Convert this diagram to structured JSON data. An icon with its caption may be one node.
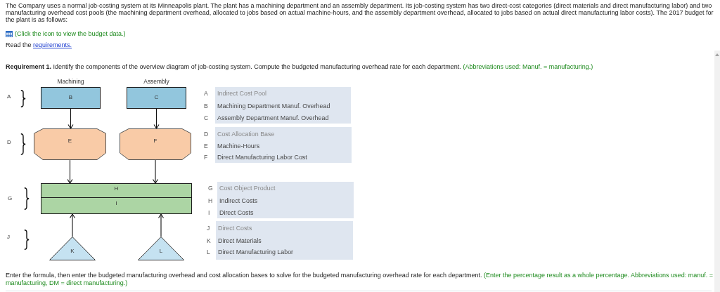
{
  "diagram": {
    "nodes": [
      {
        "text": [
          "B"
        ],
        "beside": [
          "Machining"
        ]
      },
      {
        "text": [
          "C"
        ],
        "beside": [
          "Assembly"
        ]
      },
      {
        "text": [
          "E"
        ]
      },
      {
        "text": [
          "F"
        ]
      },
      {
        "text": [
          "H"
        ]
      },
      {
        "text": [
          "I"
        ]
      },
      {
        "text": [
          "K"
        ]
      },
      {
        "text": [
          "L"
        ]
      },
      {
        "text": [
          "Indirect Cost Pool",
          "Machining Department Manuf. Overhead",
          "Assembly Department Manuf. Overhead"
        ],
        "beside": [
          "A",
          "B",
          "C"
        ]
      },
      {
        "text": [
          "Cost Allocation Base",
          "Machine-Hours",
          "Direct Manufacturing Labor Cost"
        ],
        "beside": [
          "D",
          "E",
          "F"
        ]
      },
      {
        "text": [
          "Cost Object Product",
          "Indirect Costs",
          "Direct Costs"
        ],
        "beside": [
          "G",
          "H",
          "I"
        ]
      },
      {
        "text": [
          "Direct Costs",
          "Direct Materials",
          "Direct Manufacturing Labor"
        ],
        "beside": [
          "J",
          "K",
          "L"
        ]
      }
    ],
    "edges": [
      {
        "from": 0,
        "to": 2,
        "arrow": "to"
      },
      {
        "from": 1,
        "to": 3,
        "arrow": "to"
      },
      {
        "from": 2,
        "to": 4,
        "arrow": "to"
      },
      {
        "from": 3,
        "to": 4,
        "arrow": "to"
      },
      {
        "from": 6,
        "to": 5,
        "arrow": "to"
      },
      {
        "from": 7,
        "to": 5,
        "arrow": "to"
      }
    ],
    "labels": [
      "The Company uses a normal job-costing system at its Minneapolis plant. The plant has a machining department and an assembly department. Its job-costing system has two direct-cost categories (direct materials and direct manufacturing labor) and two manufacturing overhead cost pools (the machining department overhead, allocated to jobs based on actual machine-hours, and the assembly department overhead, allocated to jobs based on actual direct manufacturing labor costs). The 2017 budget for the plant is as follows:",
      "(Click the icon to view the budget data.)",
      "Read the",
      "requirements.",
      "**Requirement 1.** Identify the components of the overview diagram of job-costing system. Compute the budgeted manufacturing overhead rate for each department.",
      "(Abbreviations used: Manuf. = manufacturing.)",
      "A",
      "D",
      "G",
      "J",
      "Enter the formula, then enter the budgeted manufacturing overhead and cost allocation bases to solve for the budgeted manufacturing overhead rate for each department.",
      "(Enter the percentage result as a whole percentage. Abbreviations used: manuf. = manufacturing, DM = direct manufacturing.)"
    ]
  }
}
